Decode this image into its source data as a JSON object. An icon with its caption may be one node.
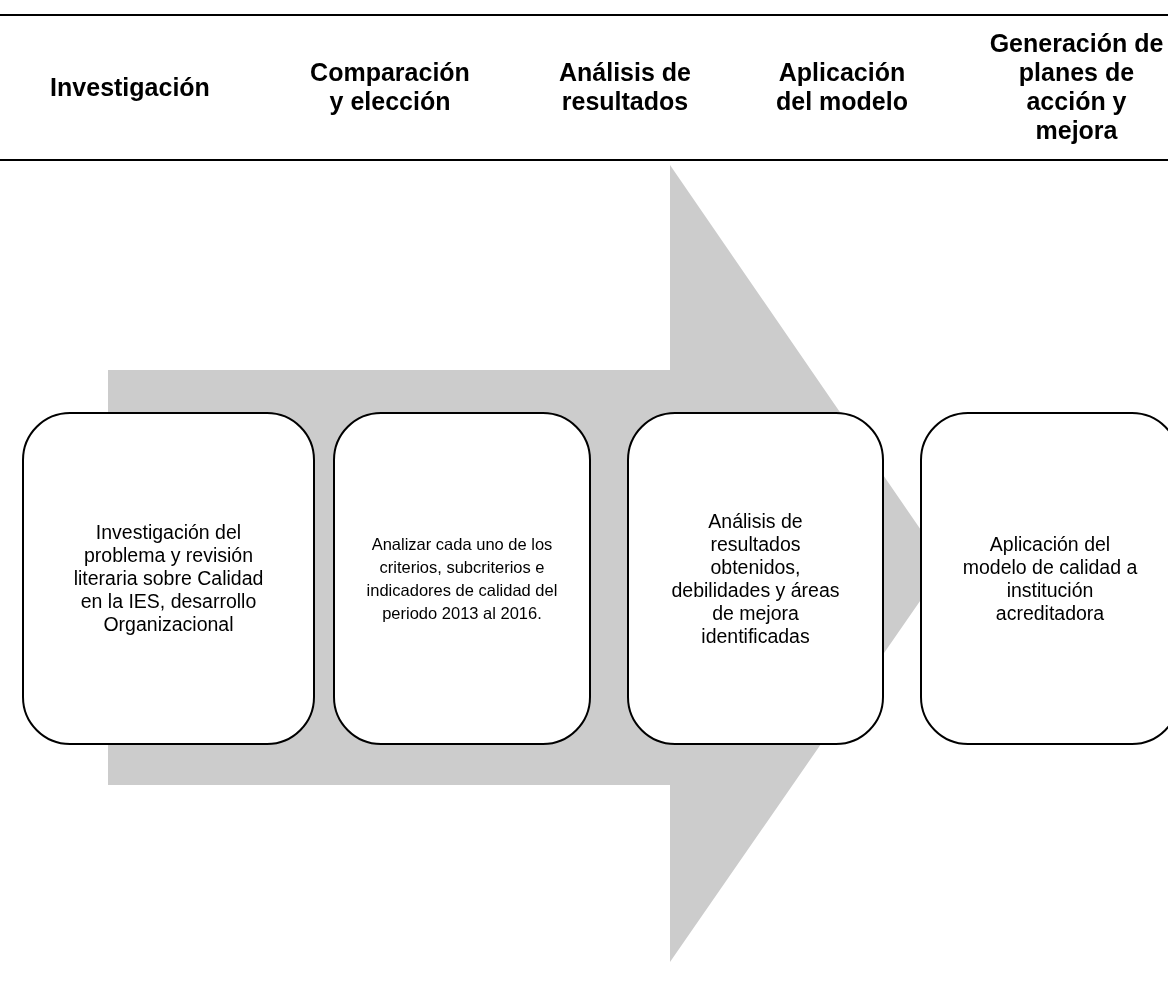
{
  "diagram": {
    "nodes": [
      {
        "text": [
          "Investigación del problema y revisión literaria sobre Calidad en la IES, desarrollo Organizacional"
        ]
      },
      {
        "text": [
          "Analizar cada uno de los criterios, subcriterios e indicadores de calidad del periodo 2013 al 2016."
        ]
      },
      {
        "text": [
          "Análisis de resultados obtenidos, debilidades y áreas de mejora identificadas"
        ]
      },
      {
        "text": [
          "Aplicación del modelo de calidad a institución acreditadora"
        ]
      }
    ],
    "edges": [
      {
        "from": 0,
        "to": 3,
        "arrow": "to"
      }
    ],
    "labels": [
      "Investigación",
      "Comparación y elección",
      "Análisis de resultados",
      "Aplicación del modelo",
      "Generación de planes de acción y mejora"
    ]
  }
}
